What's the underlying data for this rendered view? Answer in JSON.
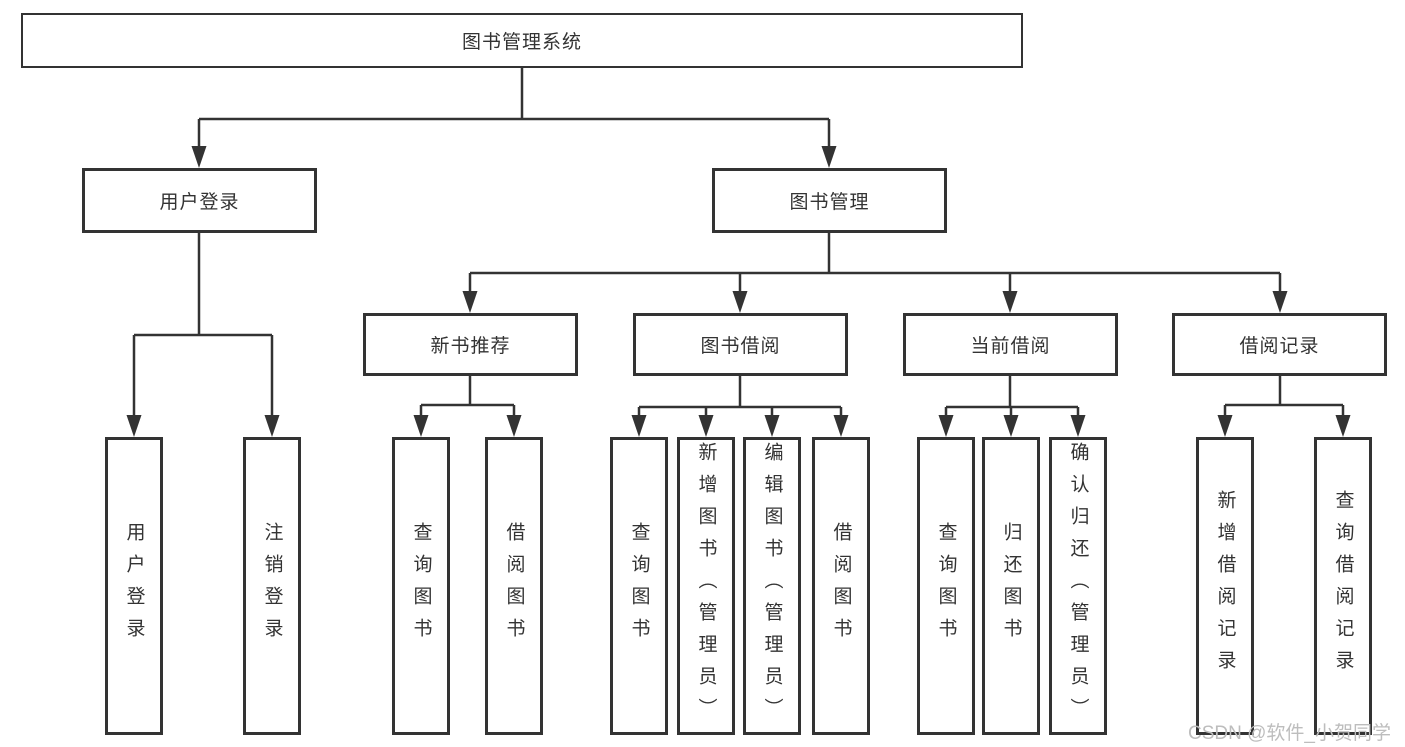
{
  "diagram": {
    "root": {
      "label": "图书管理系统"
    },
    "level2": [
      {
        "label": "用户登录"
      },
      {
        "label": "图书管理"
      }
    ],
    "level3": [
      {
        "label": "新书推荐"
      },
      {
        "label": "图书借阅"
      },
      {
        "label": "当前借阅"
      },
      {
        "label": "借阅记录"
      }
    ],
    "leaves": {
      "user_login": [
        {
          "label": "用户登录"
        },
        {
          "label": "注销登录"
        }
      ],
      "new_books": [
        {
          "label": "查询图书"
        },
        {
          "label": "借阅图书"
        }
      ],
      "book_borrow": [
        {
          "label": "查询图书"
        },
        {
          "label": "新增图书（管理员）"
        },
        {
          "label": "编辑图书（管理员）"
        },
        {
          "label": "借阅图书"
        }
      ],
      "current_borrow": [
        {
          "label": "查询图书"
        },
        {
          "label": "归还图书"
        },
        {
          "label": "确认归还（管理员）"
        }
      ],
      "borrow_records": [
        {
          "label": "新增借阅记录"
        },
        {
          "label": "查询借阅记录"
        }
      ]
    }
  },
  "watermark": {
    "text": "CSDN @软件_小贺同学"
  },
  "colors": {
    "line": "#333333",
    "text": "#333333",
    "box_background": "#ffffff",
    "page_background": "#ffffff",
    "watermark": "#bdbdbd"
  }
}
